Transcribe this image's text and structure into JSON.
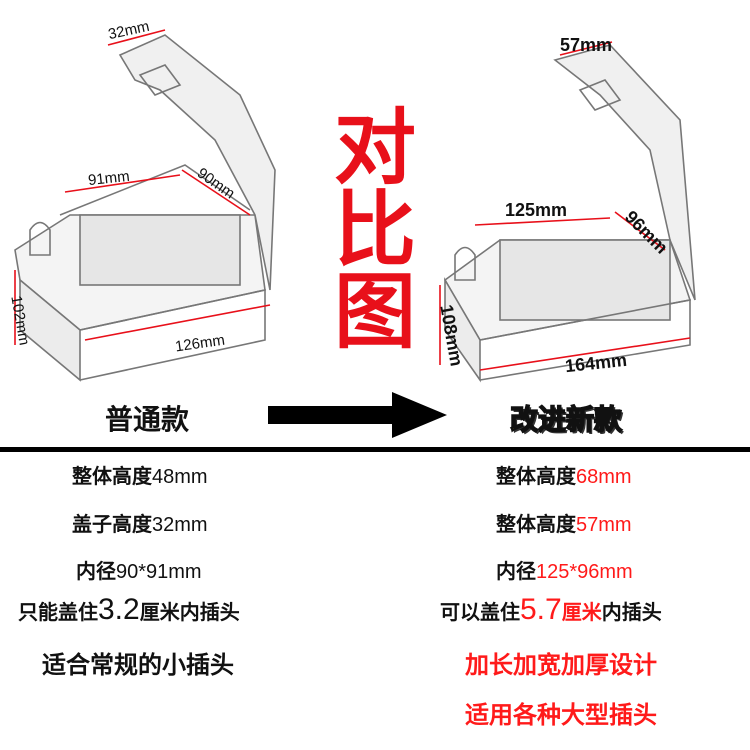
{
  "title_chars": [
    "对",
    "比",
    "图"
  ],
  "left_product": {
    "dims": {
      "lid_depth": "32mm",
      "inner_width": "91mm",
      "inner_depth": "90mm",
      "outer_depth": "102mm",
      "outer_width": "126mm"
    }
  },
  "right_product": {
    "dims": {
      "lid_depth": "57mm",
      "inner_width": "125mm",
      "inner_depth": "96mm",
      "outer_depth": "108mm",
      "outer_width": "164mm"
    }
  },
  "left_header": "普通款",
  "right_header": "改进新款",
  "left_specs": [
    {
      "label": "整体高度",
      "value": "48mm"
    },
    {
      "label": "盖子高度",
      "value": "32mm"
    },
    {
      "label": "内径",
      "value": "90*91mm"
    },
    {
      "pre": "只能盖住",
      "value": "3.2",
      "post": "厘米内插头"
    },
    {
      "text": "适合常规的小插头"
    }
  ],
  "right_specs": [
    {
      "label": "整体高度",
      "value": "68mm"
    },
    {
      "label": "整体高度",
      "value": "57mm"
    },
    {
      "label": "内径",
      "value": "125*96mm"
    },
    {
      "pre": "可以盖住",
      "value": "5.7",
      "unit": "厘米",
      "post": "内插头"
    },
    {
      "text": "加长加宽加厚设计"
    },
    {
      "text": "适用各种大型插头"
    }
  ],
  "colors": {
    "accent_red": "#ff1a1a",
    "header_yellow": "#ffff00"
  }
}
